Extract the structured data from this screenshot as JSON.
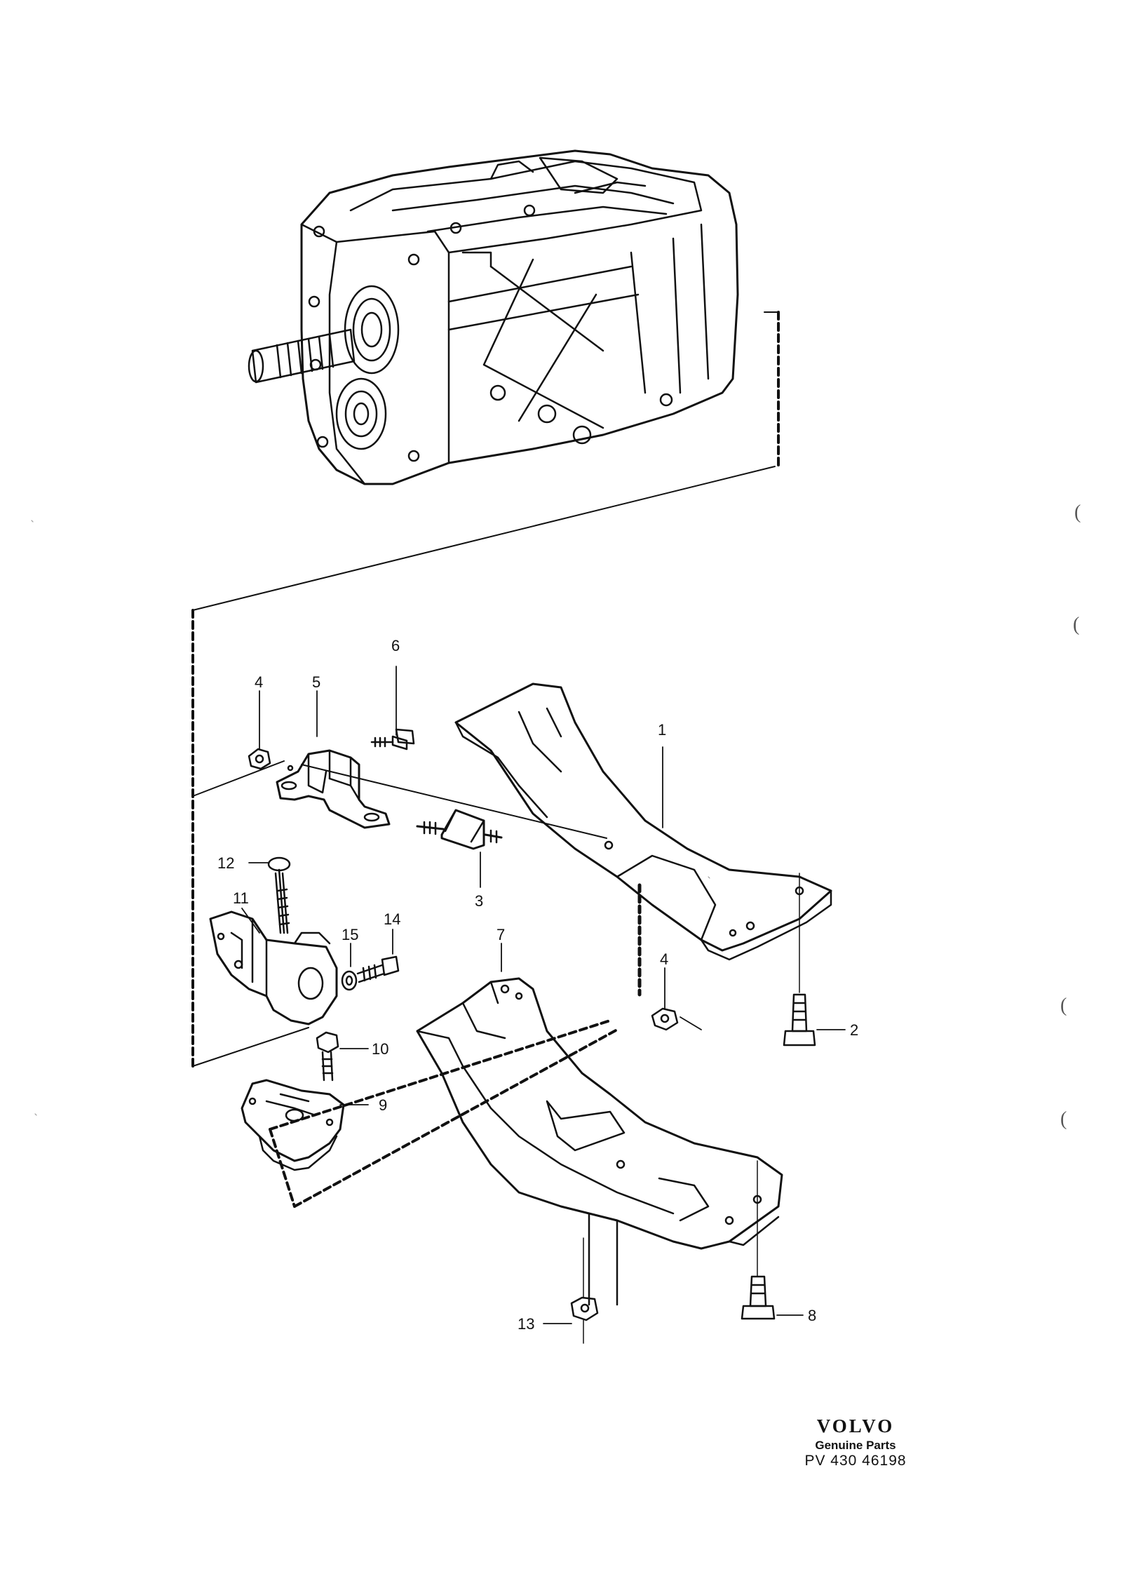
{
  "callouts": [
    {
      "id": "1",
      "label": "1"
    },
    {
      "id": "2",
      "label": "2"
    },
    {
      "id": "3",
      "label": "3"
    },
    {
      "id": "4a",
      "label": "4"
    },
    {
      "id": "4b",
      "label": "4"
    },
    {
      "id": "5",
      "label": "5"
    },
    {
      "id": "6",
      "label": "6"
    },
    {
      "id": "7",
      "label": "7"
    },
    {
      "id": "8",
      "label": "8"
    },
    {
      "id": "9",
      "label": "9"
    },
    {
      "id": "10",
      "label": "10"
    },
    {
      "id": "11",
      "label": "11"
    },
    {
      "id": "12",
      "label": "12"
    },
    {
      "id": "13",
      "label": "13"
    },
    {
      "id": "14",
      "label": "14"
    },
    {
      "id": "15",
      "label": "15"
    }
  ],
  "branding": {
    "logo": "VOLVO",
    "subtitle": "Genuine Parts",
    "code": "PV 430 46198"
  },
  "margin_marks": [
    "(",
    "(",
    "(",
    "("
  ]
}
